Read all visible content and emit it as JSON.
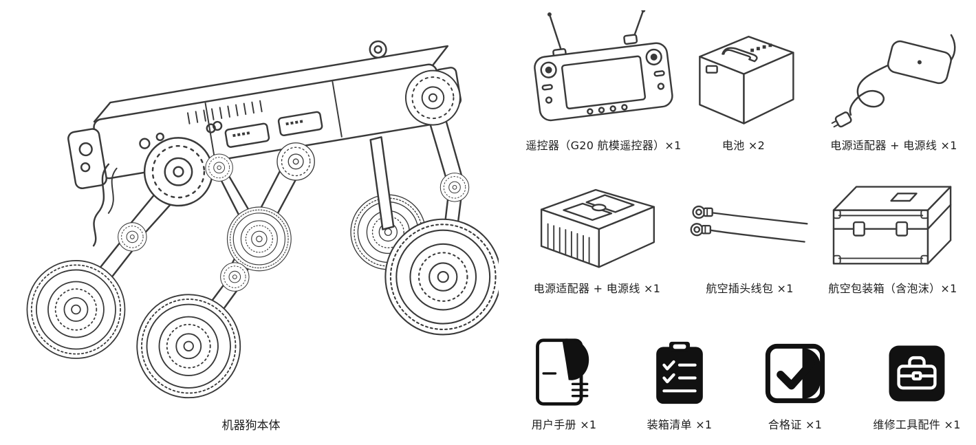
{
  "colors": {
    "line": "#3a3a3a",
    "icon_fill": "#111111",
    "text": "#1d1d1d",
    "background": "#ffffff"
  },
  "main_unit": {
    "label": "机器狗本体"
  },
  "items": [
    {
      "name": "remote-controller",
      "label": "遥控器（G20 航模遥控器）×1"
    },
    {
      "name": "battery",
      "label": "电池 ×2"
    },
    {
      "name": "power-adapter",
      "label": "电源适配器 + 电源线 ×1"
    },
    {
      "name": "charging-dock",
      "label": "电源适配器 + 电源线 ×1"
    },
    {
      "name": "aviation-plug-cables",
      "label": "航空插头线包 ×1"
    },
    {
      "name": "flight-case",
      "label": "航空包装箱（含泡沫）×1"
    },
    {
      "name": "user-manual",
      "label": "用户手册 ×1"
    },
    {
      "name": "packing-list",
      "label": "装箱清单 ×1"
    },
    {
      "name": "certificate",
      "label": "合格证 ×1"
    },
    {
      "name": "repair-tools",
      "label": "维修工具配件 ×1"
    }
  ]
}
